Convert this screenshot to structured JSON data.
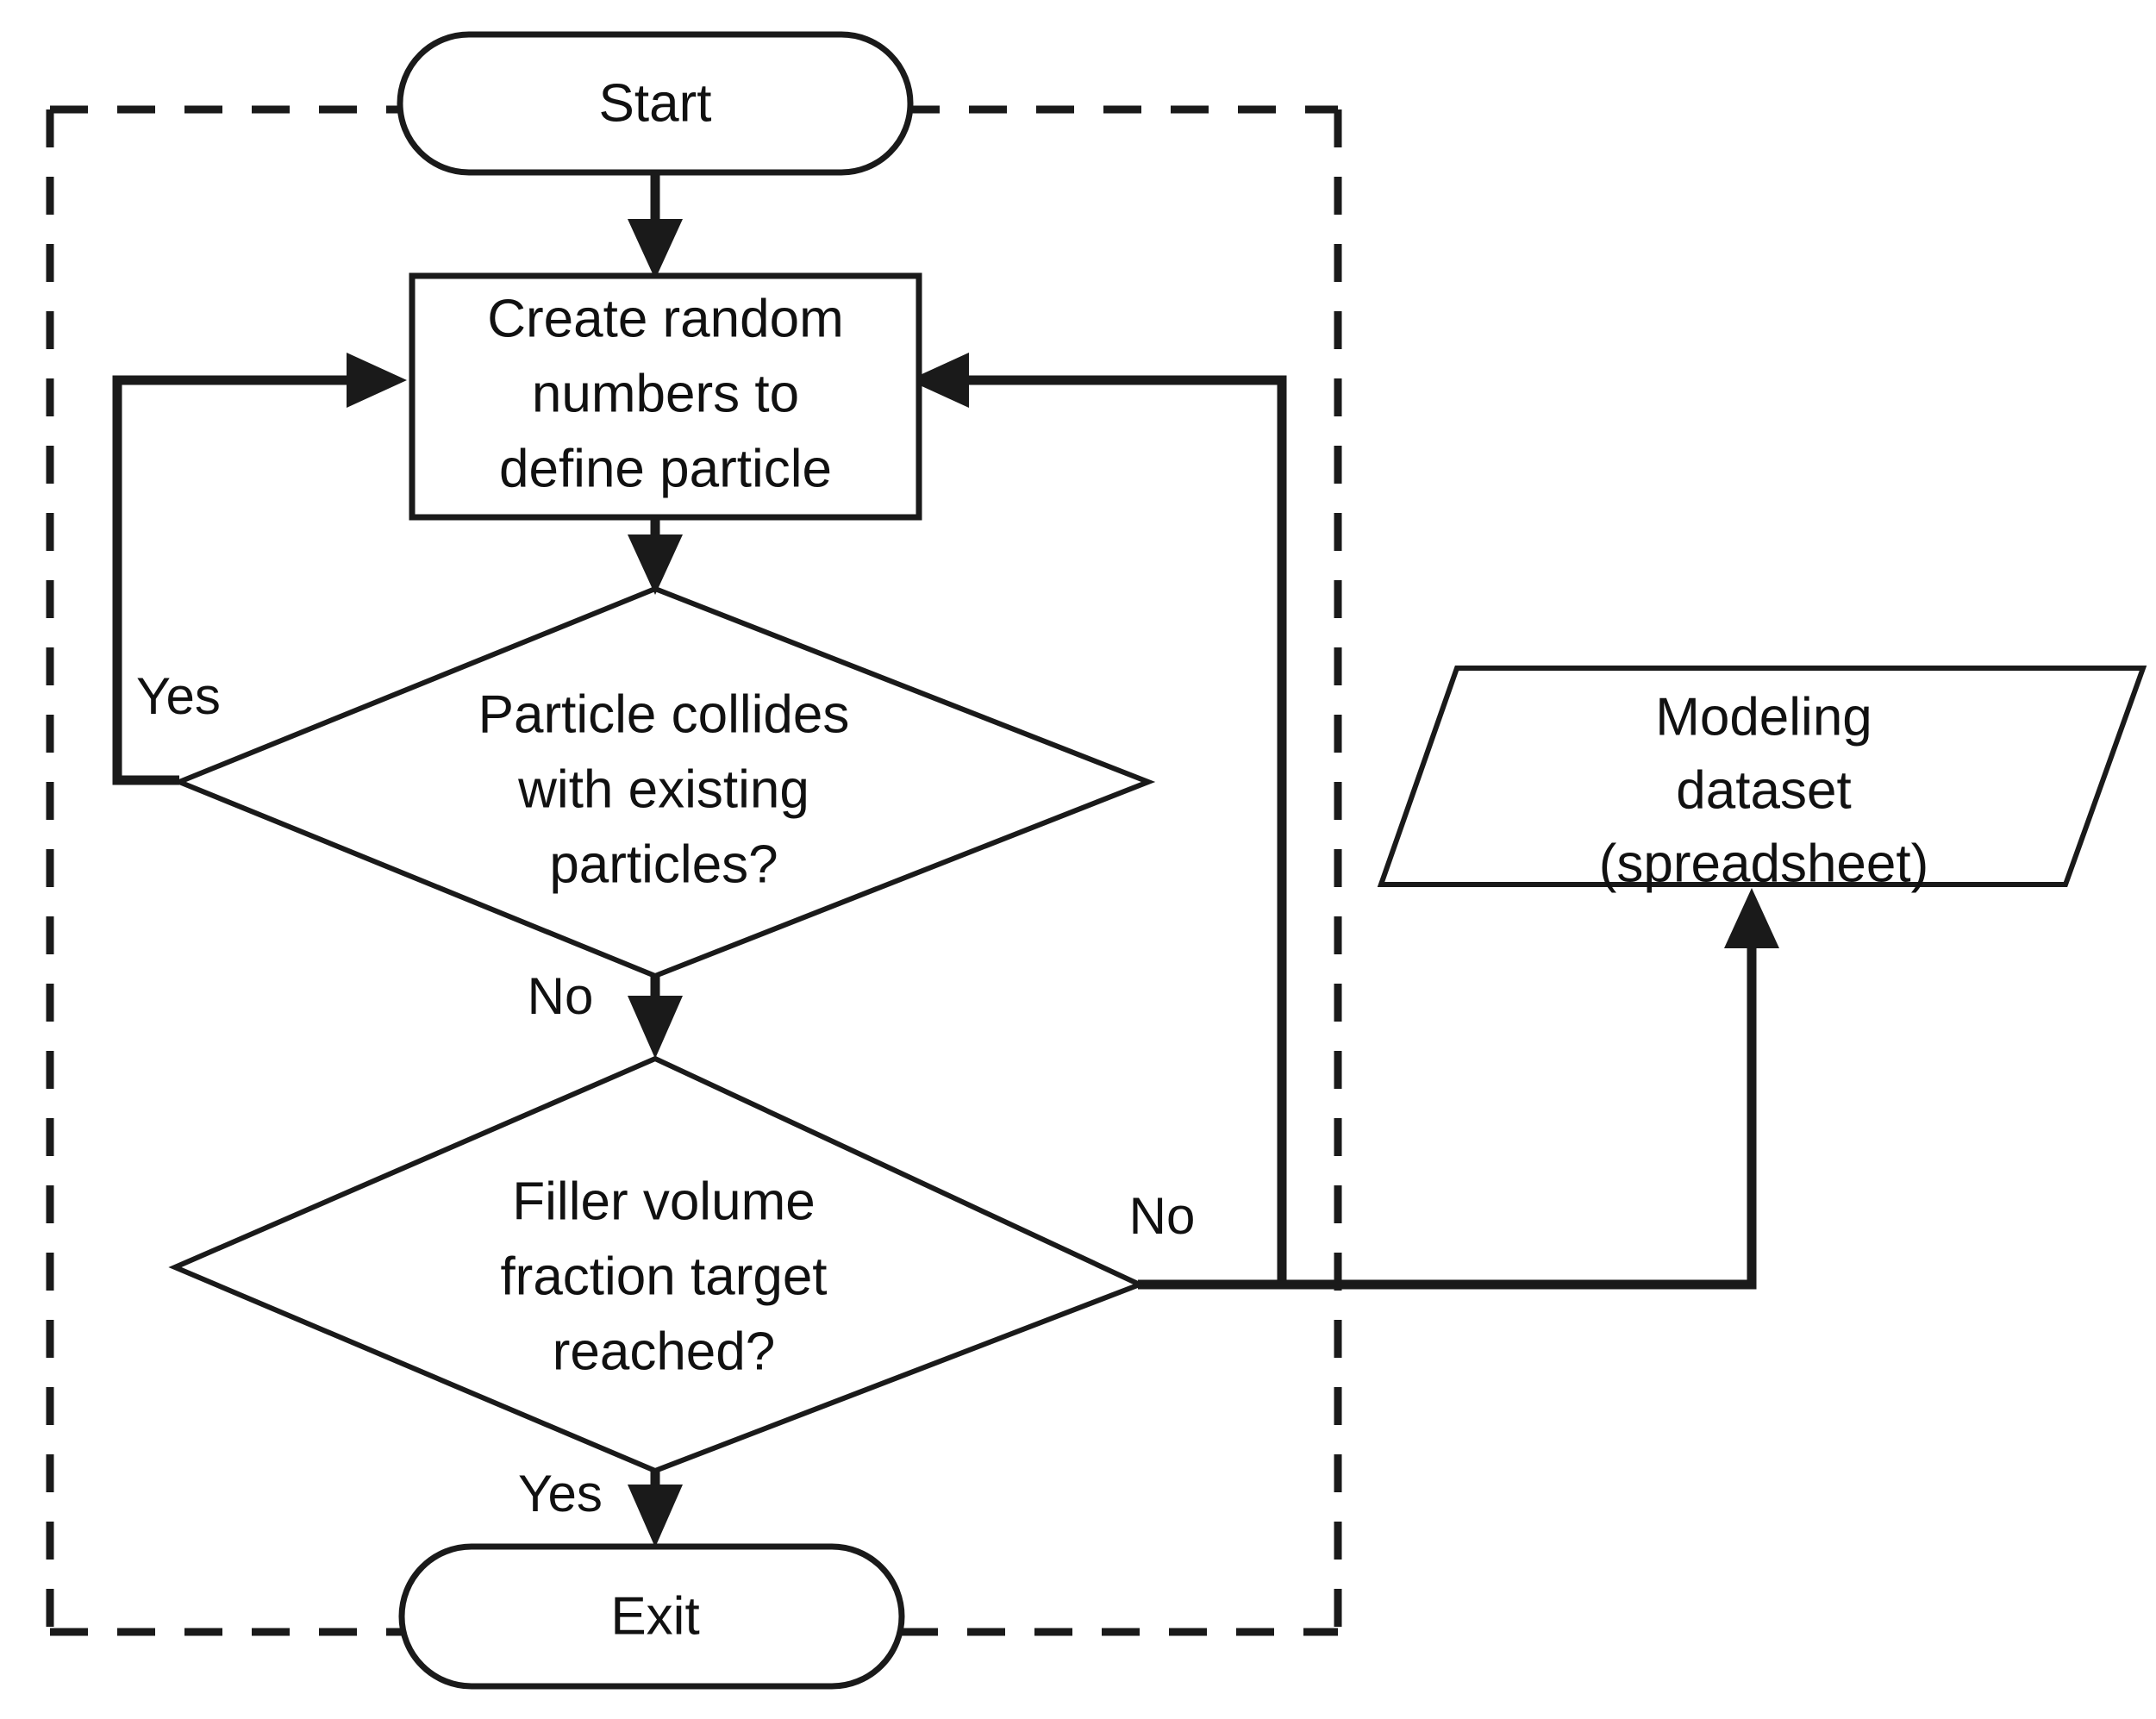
{
  "diagram": {
    "title": "Particle generation flowchart",
    "type": "flowchart",
    "colors": {
      "stroke": "#1a1a1a",
      "fill": "#ffffff",
      "text": "#111111",
      "background": "#ffffff"
    },
    "boundary": {
      "name": "dashed-subprocess-boundary",
      "style": "dashed"
    },
    "nodes": [
      {
        "id": "start",
        "shape": "terminator",
        "lines": [
          "Start"
        ],
        "text": "Start"
      },
      {
        "id": "create-particle",
        "shape": "process",
        "lines": [
          "Create random",
          "numbers to",
          "define particle"
        ],
        "text": "Create random numbers to define particle"
      },
      {
        "id": "collision-check",
        "shape": "decision",
        "lines": [
          "Particle collides",
          "with existing",
          "particles?"
        ],
        "text": "Particle collides with existing particles?"
      },
      {
        "id": "volume-check",
        "shape": "decision",
        "lines": [
          "Filler volume",
          "fraction target",
          "reached?"
        ],
        "text": "Filler volume fraction target reached?"
      },
      {
        "id": "exit",
        "shape": "terminator",
        "lines": [
          "Exit"
        ],
        "text": "Exit"
      },
      {
        "id": "modeling-dataset",
        "shape": "data-parallelogram",
        "lines": [
          "Modeling",
          "dataset",
          "(spreadsheet)"
        ],
        "text": "Modeling dataset (spreadsheet)"
      }
    ],
    "edge_labels": [
      {
        "id": "collision-yes",
        "text": "Yes",
        "from": "collision-check",
        "to": "create-particle"
      },
      {
        "id": "collision-no",
        "text": "No",
        "from": "collision-check",
        "to": "volume-check"
      },
      {
        "id": "volume-no",
        "text": "No",
        "from": "volume-check",
        "to": "create-particle"
      },
      {
        "id": "volume-yes",
        "text": "Yes",
        "from": "volume-check",
        "to": "exit"
      }
    ]
  }
}
